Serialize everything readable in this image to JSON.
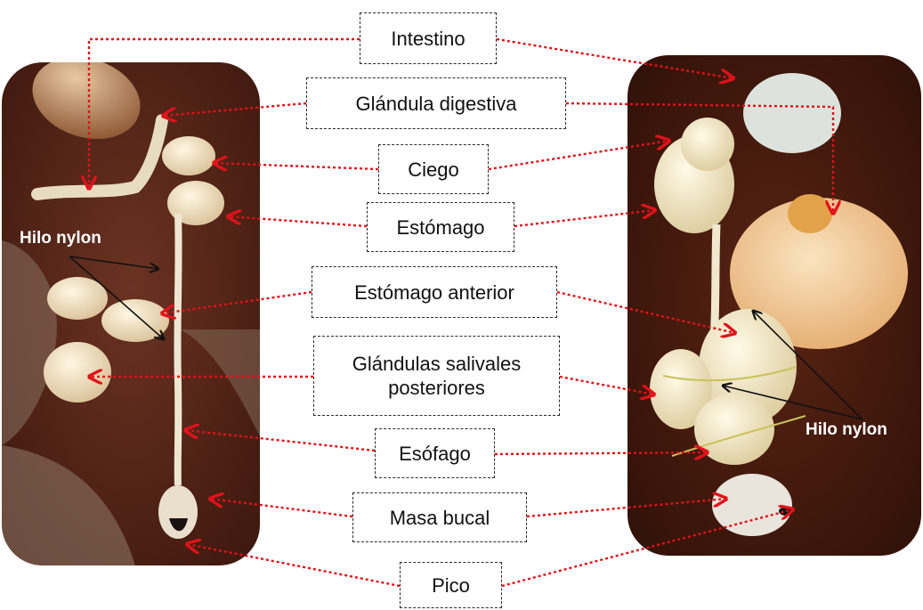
{
  "labels": {
    "intestino": "Intestino",
    "glandula_digestiva": "Glándula digestiva",
    "ciego": "Ciego",
    "estomago": "Estómago",
    "estomago_anterior": "Estómago anterior",
    "glandulas_salivales": [
      "Glándulas salivales",
      "posteriores"
    ],
    "esofago": "Esófago",
    "masa_bucal": "Masa bucal",
    "pico": "Pico"
  },
  "annotations": {
    "hilo_nylon_left": "Hilo nylon",
    "hilo_nylon_right": "Hilo nylon"
  },
  "colors": {
    "pointer_arrow": "#e0121a",
    "nylon_arrow": "#111111",
    "label_border": "#2a2a2a",
    "photo_background": "#5b2a1a"
  },
  "images": {
    "left": "dissected-digestive-tract-photo-left",
    "right": "dissected-digestive-tract-photo-right"
  }
}
